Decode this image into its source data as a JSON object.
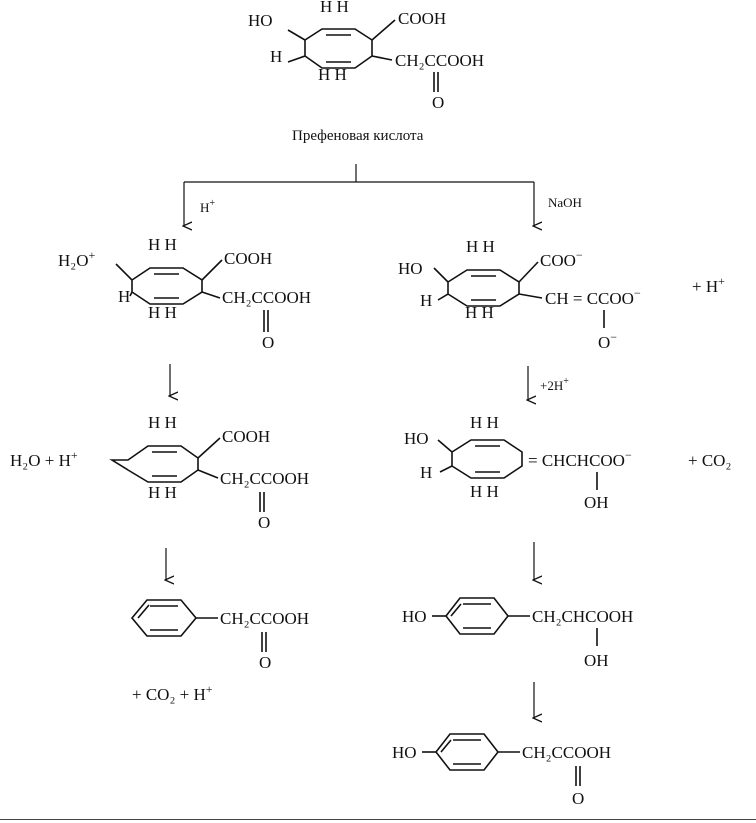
{
  "caption": "Префеновая кислота",
  "reagents": {
    "acid": "H",
    "acid_sup": "+",
    "base": "NaOH",
    "proton_gain": "+2H",
    "proton_gain_sup": "+"
  },
  "prephenic_acid": {
    "ho": "HO",
    "h_top": "H H",
    "h_ring_left": "H",
    "h_bottom": "H H",
    "cooh": "COOH",
    "side_chain": "CH₂CCOOH",
    "oxo": "O"
  },
  "left_branch": {
    "step1": {
      "h2o_plus": "H₂O",
      "h2o_plus_sup": "+",
      "h_top": "H H",
      "h_ring_left": "H",
      "h_bottom": "H H",
      "cooh": "COOH",
      "side_chain": "CH₂CCOOH",
      "oxo": "O"
    },
    "step2": {
      "water_proton": "H₂O + H",
      "water_proton_sup": "+",
      "h_top": "H H",
      "h_bottom": "H H",
      "cooh": "COOH",
      "side_chain": "CH₂CCOOH",
      "oxo": "O"
    },
    "product": {
      "side_chain": "CH₂CCOOH",
      "oxo": "O",
      "byproducts": "+ CO₂ + H",
      "byproducts_sup": "+"
    }
  },
  "right_branch": {
    "step1": {
      "ho": "HO",
      "h_top": "H H",
      "h_ring_left": "H",
      "h_bottom": "H H",
      "coo": "COO",
      "coo_sup": "−",
      "enolate": "CH = CCOO",
      "enolate_sup": "−",
      "plus_h": "+ H",
      "plus_h_sup": "+",
      "oxide": "O",
      "oxide_sup": "−"
    },
    "step2": {
      "ho": "HO",
      "h_top": "H H",
      "h_ring_left": "H",
      "h_bottom": "H H",
      "chain": "= CHCHCOO",
      "chain_sup": "−",
      "co2": "+ CO₂",
      "oh": "OH"
    },
    "step3": {
      "ho": "HO",
      "side_chain": "CH₂CHCOOH",
      "oh": "OH"
    },
    "product": {
      "ho": "HO",
      "side_chain": "CH₂CCOOH",
      "oxo": "O"
    }
  }
}
